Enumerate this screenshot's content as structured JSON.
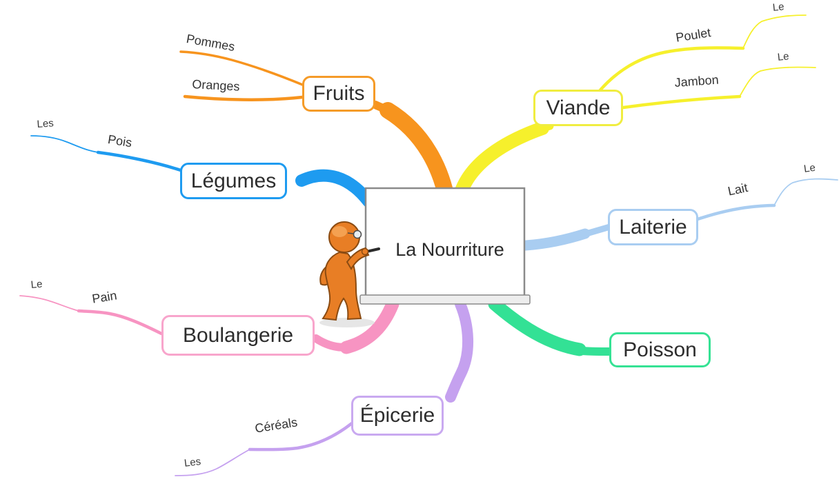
{
  "mindmap": {
    "center": {
      "label": "La Nourriture"
    },
    "branches": [
      {
        "label": "Fruits",
        "color": "#F7941E",
        "side": "top-left",
        "children": [
          {
            "label": "Pommes",
            "children": []
          },
          {
            "label": "Oranges",
            "children": []
          }
        ]
      },
      {
        "label": "Viande",
        "color": "#F6F02C",
        "side": "top-right",
        "children": [
          {
            "label": "Poulet",
            "children": [
              {
                "label": "Le"
              }
            ]
          },
          {
            "label": "Jambon",
            "children": [
              {
                "label": "Le"
              }
            ]
          }
        ]
      },
      {
        "label": "Légumes",
        "color": "#1E9BF0",
        "side": "left",
        "children": [
          {
            "label": "Pois",
            "children": [
              {
                "label": "Les"
              }
            ]
          }
        ]
      },
      {
        "label": "Laiterie",
        "color": "#A9CDF1",
        "side": "right",
        "children": [
          {
            "label": "Lait",
            "children": [
              {
                "label": "Le"
              }
            ]
          }
        ]
      },
      {
        "label": "Boulangerie",
        "color": "#F794C2",
        "side": "bottom-left",
        "children": [
          {
            "label": "Pain",
            "children": [
              {
                "label": "Le"
              }
            ]
          }
        ]
      },
      {
        "label": "Poisson",
        "color": "#33E195",
        "side": "bottom-right",
        "children": []
      },
      {
        "label": "Épicerie",
        "color": "#C5A1EF",
        "side": "bottom",
        "children": [
          {
            "label": "Céréals",
            "children": [
              {
                "label": "Les"
              }
            ]
          }
        ]
      }
    ]
  },
  "icons": {
    "center_illustration": "orange-presenter-figure-writing-on-whiteboard"
  },
  "colors": {
    "board_border": "#8A8A8A",
    "text": "#2D2D2D",
    "figure_orange": "#E87E25"
  }
}
